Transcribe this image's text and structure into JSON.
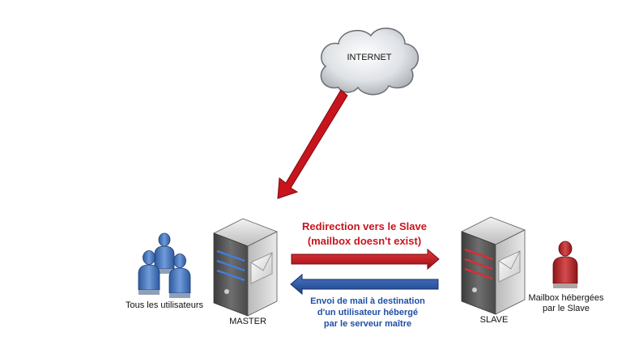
{
  "cloud": {
    "label": "INTERNET"
  },
  "master": {
    "label": "MASTER"
  },
  "slave": {
    "label": "SLAVE"
  },
  "users": {
    "label": "Tous les utilisateurs"
  },
  "slave_users": {
    "label_line1": "Mailbox hébergées",
    "label_line2": "par le Slave"
  },
  "redirect": {
    "line1": "Redirection vers le Slave",
    "line2": "(mailbox doesn't exist)"
  },
  "send": {
    "line1": "Envoi de mail à destination",
    "line2": "d'un utilisateur hébergé",
    "line3": "par le serveur maître"
  },
  "colors": {
    "red": "#c8151d",
    "blue": "#1f4fa6",
    "server": "#5c5c5c",
    "user_blue": "#4f7fbf",
    "user_red": "#b8282b"
  }
}
